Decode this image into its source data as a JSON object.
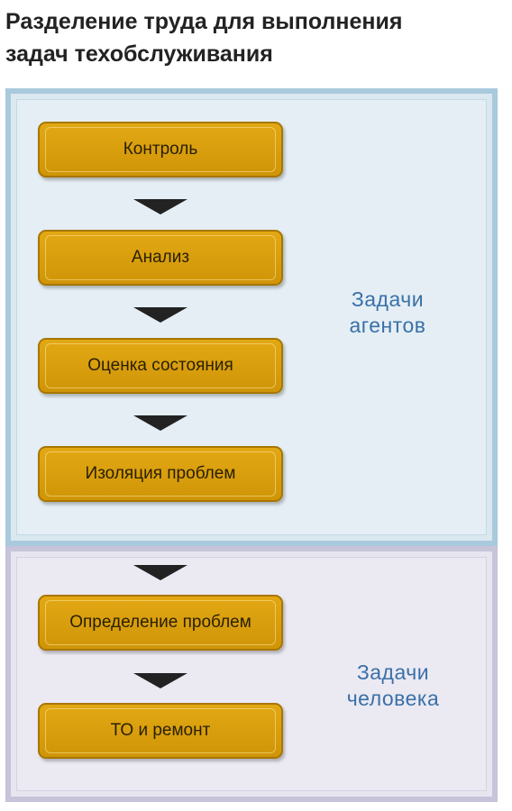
{
  "title_line1": "Разделение труда для выполнения",
  "title_line2": "задач техобслуживания",
  "agent_group": {
    "label_line1": "Задачи",
    "label_line2": "агентов"
  },
  "human_group": {
    "label_line1": "Задачи",
    "label_line2": "человека"
  },
  "steps": [
    {
      "label": "Контроль"
    },
    {
      "label": "Анализ"
    },
    {
      "label": "Оценка состояния"
    },
    {
      "label": "Изоляция проблем"
    },
    {
      "label": "Определение проблем"
    },
    {
      "label": "ТО и ремонт"
    }
  ],
  "colors": {
    "step_fill": "#d99e0c",
    "agent_panel": "#dbe8f0",
    "human_panel": "#e7e5ef",
    "label_text": "#3a70a8"
  }
}
